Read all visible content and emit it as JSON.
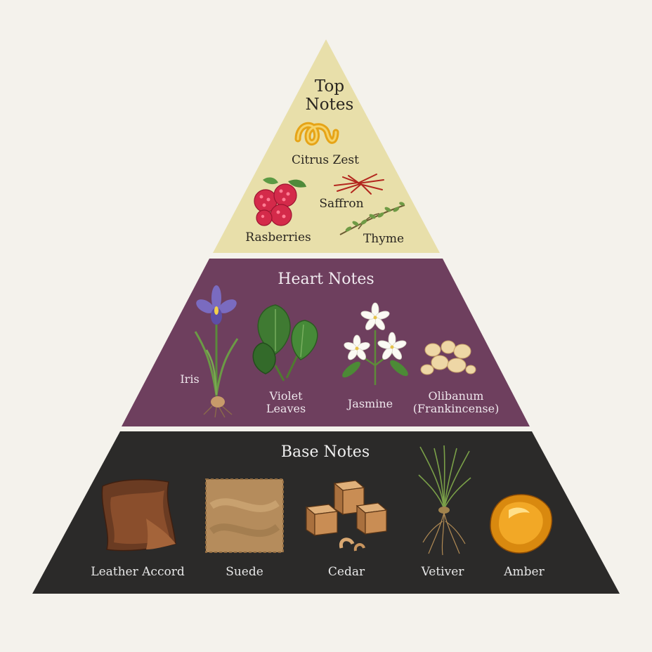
{
  "pyramid": {
    "top": {
      "title_line1": "Top",
      "title_line2": "Notes",
      "color": "#e8dfaa",
      "items": [
        "Citrus Zest",
        "Saffron",
        "Rasberries",
        "Thyme"
      ]
    },
    "heart": {
      "title": "Heart Notes",
      "color": "#6e3f5e",
      "items": [
        "Iris",
        "Violet",
        "Leaves",
        "Jasmine",
        "Olibanum",
        "(Frankincense)"
      ]
    },
    "base": {
      "title": "Base Notes",
      "color": "#2b2a29",
      "items": [
        "Leather Accord",
        "Suede",
        "Cedar",
        "Vetiver",
        "Amber"
      ]
    }
  },
  "icons": [
    "citrus-zest-icon",
    "raspberries-icon",
    "saffron-icon",
    "thyme-icon",
    "iris-icon",
    "violet-leaves-icon",
    "jasmine-icon",
    "olibanum-icon",
    "leather-icon",
    "suede-icon",
    "cedar-icon",
    "vetiver-icon",
    "amber-icon"
  ]
}
